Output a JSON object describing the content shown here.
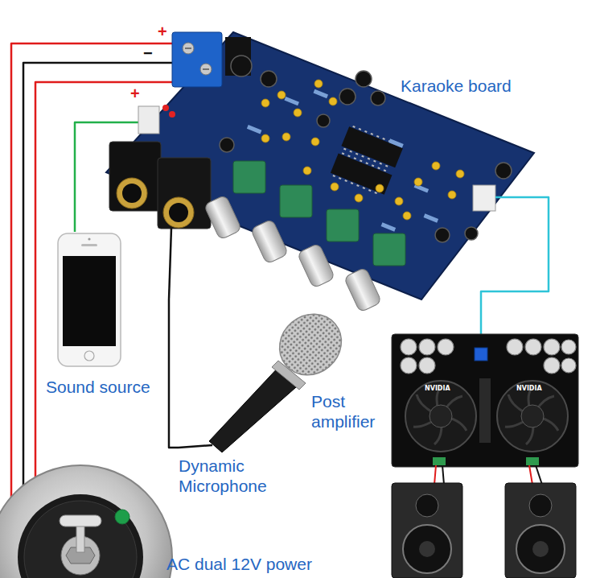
{
  "diagram": {
    "nodes": [
      {
        "text": [
          "Karaoke board"
        ]
      },
      {
        "text": [
          "Sound source"
        ]
      },
      {
        "text": [
          "Post amplifier"
        ]
      },
      {
        "text": [
          "Dynamic Microphone"
        ]
      },
      {
        "text": [
          "AC dual 12V power"
        ]
      }
    ],
    "edges": [
      {
        "from": 4,
        "to": 0,
        "arrow": "none",
        "label": "+"
      },
      {
        "from": 4,
        "to": 0,
        "arrow": "none",
        "label": "−"
      },
      {
        "from": 4,
        "to": 0,
        "arrow": "none",
        "label": "+"
      },
      {
        "from": 1,
        "to": 0,
        "arrow": "none"
      },
      {
        "from": 3,
        "to": 0,
        "arrow": "none"
      },
      {
        "from": 0,
        "to": 2,
        "arrow": "none"
      }
    ],
    "labels": [
      "NVIDIA",
      "NVIDIA"
    ]
  }
}
